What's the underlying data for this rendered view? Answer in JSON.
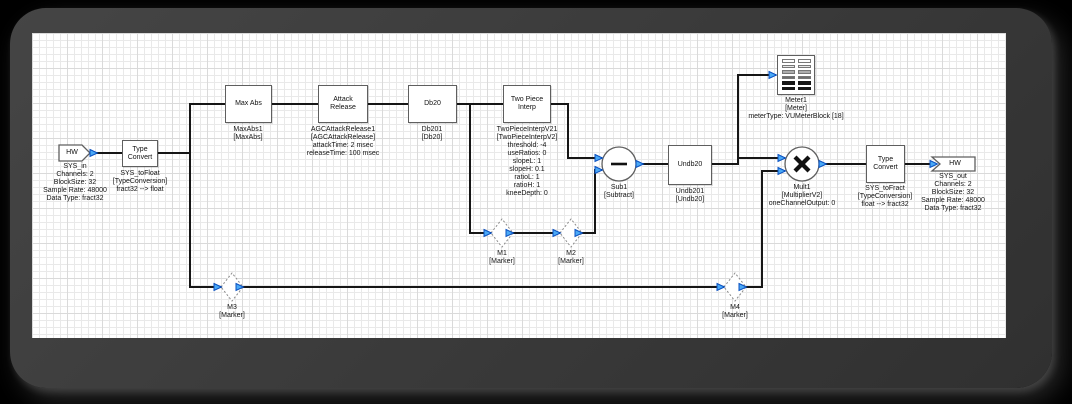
{
  "colors": {
    "page_background": "#000000",
    "window_frame": "#3a3a3a",
    "canvas": "#ffffff",
    "grid_minor": "#e9e9e9",
    "grid_major": "#dadada",
    "wire": "#161616",
    "port_fill": "#4aa9f6",
    "port_stroke": "#0a50c0",
    "block_border": "#5f5f5f",
    "marker_border": "#8a8a8a"
  },
  "blocks": {
    "sys_in": {
      "title": "HW",
      "lines": [
        "SYS_in",
        "Channels: 2",
        "BlockSize: 32",
        "Sample Rate: 48000",
        "Data Type: fract32"
      ]
    },
    "tc1": {
      "title": "Type Convert",
      "lines": [
        "SYS_toFloat",
        "[TypeConversion]",
        "fract32 --> float"
      ]
    },
    "max_abs": {
      "title": "Max Abs",
      "lines": [
        "MaxAbs1",
        "[MaxAbs]"
      ]
    },
    "attack_release": {
      "title": "Attack Release",
      "lines": [
        "AGCAttackRelease1",
        "[AGCAttackRelease]",
        "attackTime: 2 msec",
        "releaseTime: 100 msec"
      ]
    },
    "db20": {
      "title": "Db20",
      "lines": [
        "Db201",
        "[Db20]"
      ]
    },
    "two_piece_interp": {
      "title": "Two Piece Interp",
      "lines": [
        "TwoPieceInterpV21",
        "[TwoPieceInterpV2]",
        "threshold: -4",
        "useRatios: 0",
        "slopeL: 1",
        "slopeH: 0.1",
        "ratioL: 1",
        "ratioH: 1",
        "kneeDepth: 0"
      ]
    },
    "sub": {
      "lines": [
        "Sub1",
        "[Subtract]"
      ]
    },
    "undb20": {
      "title": "Undb20",
      "lines": [
        "Undb201",
        "[Undb20]"
      ]
    },
    "meter": {
      "lines": [
        "Meter1",
        "[Meter]",
        "meterType: VUMeterBlock [18]"
      ]
    },
    "mult": {
      "lines": [
        "Mult1",
        "[MultiplierV2]",
        "oneChannelOutput: 0"
      ]
    },
    "tc2": {
      "title": "Type Convert",
      "lines": [
        "SYS_toFract",
        "[TypeConversion]",
        "float --> fract32"
      ]
    },
    "sys_out": {
      "title": "HW",
      "lines": [
        "SYS_out",
        "Channels: 2",
        "BlockSize: 32",
        "Sample Rate: 48000",
        "Data Type: fract32"
      ]
    },
    "m1": {
      "lines": [
        "M1",
        "[Marker]"
      ]
    },
    "m2": {
      "lines": [
        "M2",
        "[Marker]"
      ]
    },
    "m3": {
      "lines": [
        "M3",
        "[Marker]"
      ]
    },
    "m4": {
      "lines": [
        "M4",
        "[Marker]"
      ]
    }
  }
}
